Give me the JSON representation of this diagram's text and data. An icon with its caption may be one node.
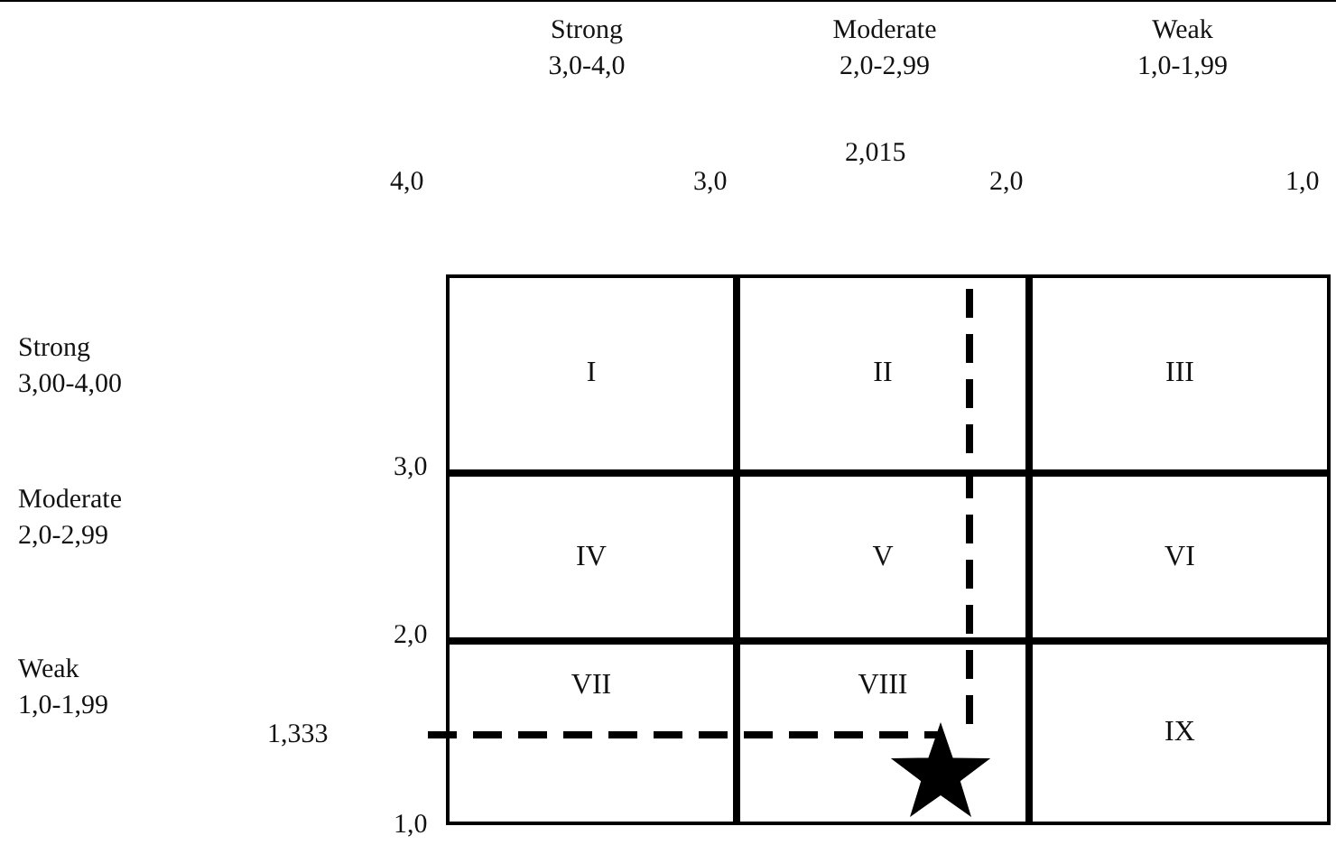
{
  "diagram": {
    "nodes": [
      {
        "text": [
          "I"
        ]
      },
      {
        "text": [
          "II"
        ]
      },
      {
        "text": [
          "III"
        ]
      },
      {
        "text": [
          "IV"
        ]
      },
      {
        "text": [
          "V"
        ]
      },
      {
        "text": [
          "VI"
        ]
      },
      {
        "text": [
          "VII"
        ]
      },
      {
        "text": [
          "VIII"
        ]
      },
      {
        "text": [
          "IX"
        ]
      },
      {
        "text": [],
        "shape": "star",
        "in": 7
      }
    ],
    "labels": [
      "Strong 3,0-4,0",
      "Moderate 2,0-2,99",
      "Weak 1,0-1,99",
      "2,015",
      "4,0",
      "3,0",
      "2,0",
      "1,0",
      "Strong 3,00-4,00",
      "3,0",
      "Moderate 2,0-2,99",
      "2,0",
      "Weak 1,0-1,99",
      "1,333",
      "1,0"
    ]
  }
}
